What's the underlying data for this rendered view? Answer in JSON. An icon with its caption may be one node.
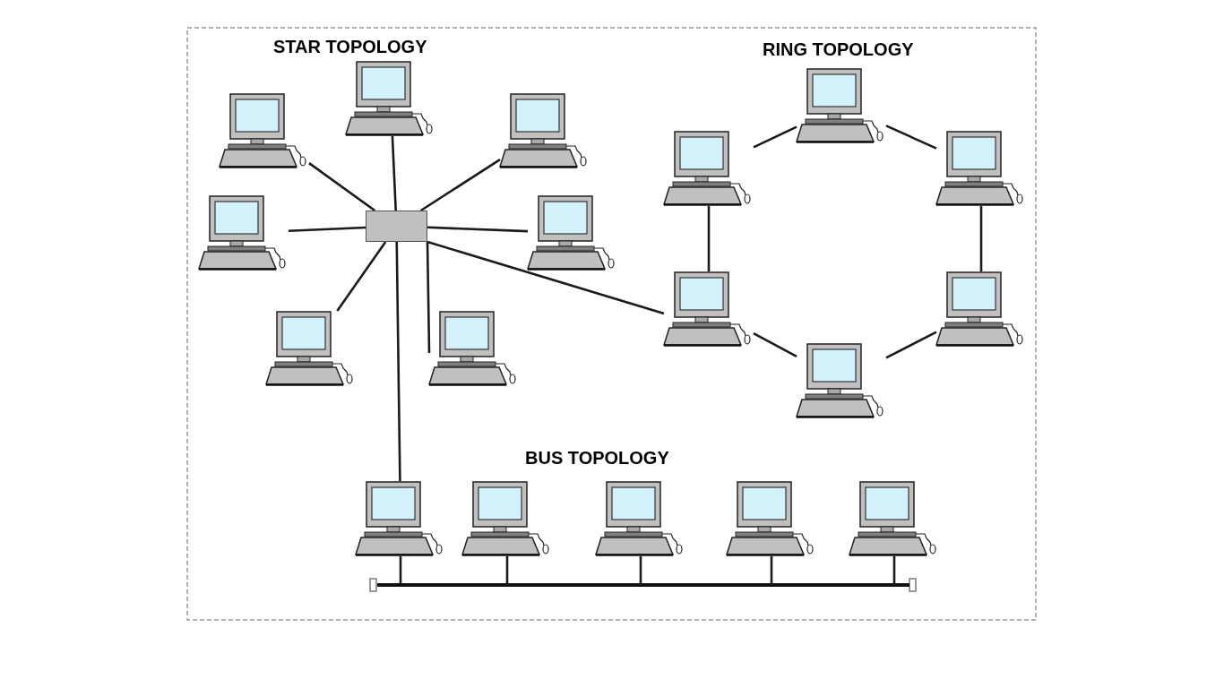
{
  "diagram": {
    "nodes": [
      {
        "text": [],
        "shape": "picture"
      },
      {
        "text": [],
        "shape": "picture"
      },
      {
        "text": [],
        "shape": "picture"
      },
      {
        "text": [],
        "shape": "box"
      },
      {
        "text": [],
        "shape": "picture"
      },
      {
        "text": [],
        "shape": "picture"
      },
      {
        "text": [],
        "shape": "picture"
      },
      {
        "text": [],
        "shape": "picture"
      },
      {
        "text": [],
        "shape": "picture"
      },
      {
        "text": [],
        "shape": "picture"
      },
      {
        "text": [],
        "shape": "picture"
      },
      {
        "text": [],
        "shape": "picture"
      },
      {
        "text": [],
        "shape": "picture"
      },
      {
        "text": [],
        "shape": "picture"
      },
      {
        "text": [],
        "shape": "picture"
      },
      {
        "text": [],
        "shape": "picture"
      },
      {
        "text": [],
        "shape": "picture"
      },
      {
        "text": [],
        "shape": "picture"
      },
      {
        "text": [],
        "shape": "picture"
      },
      {
        "text": [],
        "shape": "bar"
      }
    ],
    "edges": [
      {
        "from": 3,
        "to": 0,
        "arrow": "none"
      },
      {
        "from": 3,
        "to": 1,
        "arrow": "none"
      },
      {
        "from": 3,
        "to": 2,
        "arrow": "none"
      },
      {
        "from": 3,
        "to": 4,
        "arrow": "none"
      },
      {
        "from": 3,
        "to": 5,
        "arrow": "none"
      },
      {
        "from": 3,
        "to": 6,
        "arrow": "none"
      },
      {
        "from": 3,
        "to": 7,
        "arrow": "none"
      },
      {
        "from": 3,
        "to": 11,
        "arrow": "none"
      },
      {
        "from": 3,
        "to": 14,
        "arrow": "none"
      },
      {
        "from": 8,
        "to": 9,
        "arrow": "none"
      },
      {
        "from": 8,
        "to": 10,
        "arrow": "none"
      },
      {
        "from": 9,
        "to": 11,
        "arrow": "none"
      },
      {
        "from": 10,
        "to": 12,
        "arrow": "none"
      },
      {
        "from": 11,
        "to": 13,
        "arrow": "none"
      },
      {
        "from": 12,
        "to": 13,
        "arrow": "none"
      },
      {
        "from": 14,
        "to": 19,
        "arrow": "none"
      },
      {
        "from": 15,
        "to": 19,
        "arrow": "none"
      },
      {
        "from": 16,
        "to": 19,
        "arrow": "none"
      },
      {
        "from": 17,
        "to": 19,
        "arrow": "none"
      },
      {
        "from": 18,
        "to": 19,
        "arrow": "none"
      }
    ],
    "labels": [
      "STAR TOPOLOGY",
      "RING TOPOLOGY",
      "BUS TOPOLOGY"
    ]
  }
}
